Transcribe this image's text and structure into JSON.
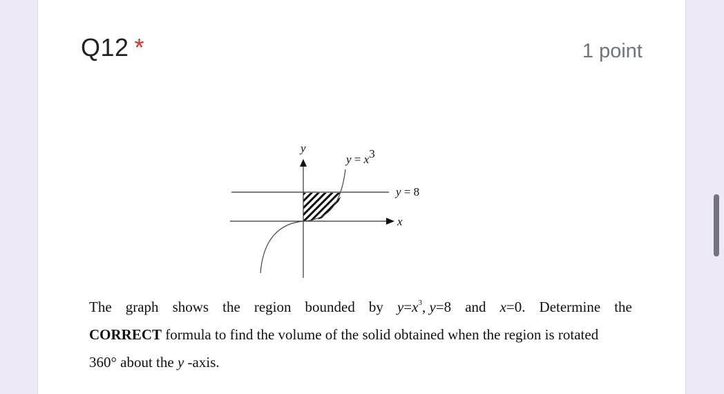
{
  "question": {
    "number": "Q12",
    "required_marker": "*",
    "points": "1 point",
    "figure": {
      "y_axis_label": "y",
      "x_axis_label": "x",
      "curve_label_lhs": "y",
      "curve_label_eq": " = ",
      "curve_label_rhs": "x",
      "curve_label_exp": "3",
      "line_label_lhs": "y",
      "line_label_rhs": " = 8"
    },
    "text": {
      "w1": "The",
      "w2": "graph",
      "w3": "shows",
      "w4": "the",
      "w5": "region",
      "w6": "bounded",
      "w7": "by",
      "eq1_lhs": "y",
      "eq1_mid": "=",
      "eq1_rhs": "x",
      "eq1_exp": "3",
      "eq1_comma": ",",
      "eq2_lhs": "y",
      "eq2_rhs": "=8",
      "w8": "and",
      "eq3_lhs": "x",
      "eq3_rhs": "=0.",
      "w9": "Determine",
      "w10": "the",
      "line2_bold": "CORRECT",
      "line2_rest": " formula to find the volume of the solid obtained when the region is rotated",
      "line3_deg": "360°",
      "line3_mid": " about the ",
      "line3_var": "y",
      "line3_end": " -axis."
    }
  },
  "colors": {
    "background": "#ede9f7",
    "card": "#ffffff",
    "required": "#d93025",
    "title": "#202124",
    "points": "#70757a",
    "scrollbar": "#757380"
  }
}
